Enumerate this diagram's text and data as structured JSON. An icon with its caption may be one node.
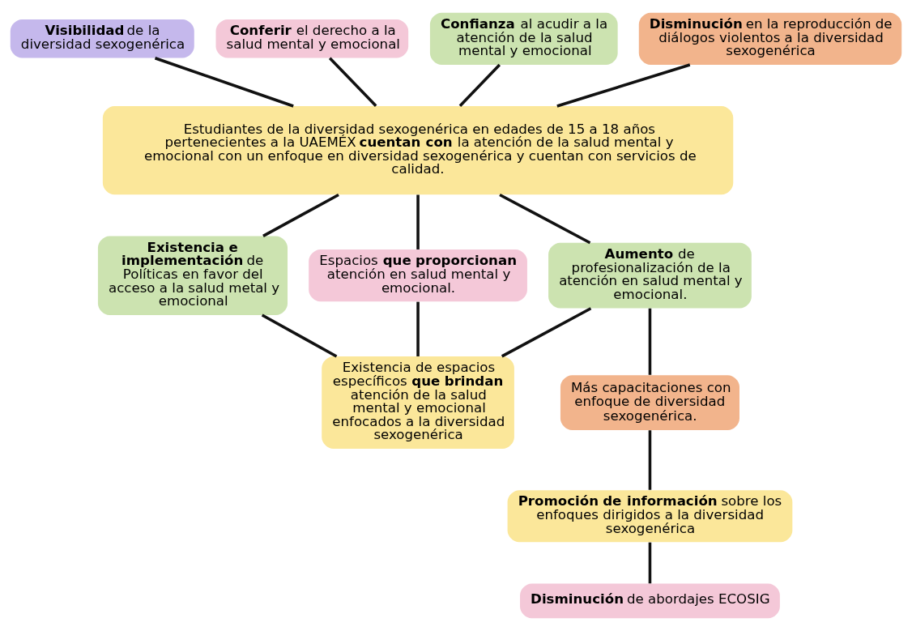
{
  "diagram": {
    "nodes": [
      {
        "text": [
          "**Visibilidad** de la diversidad sexogenérica"
        ]
      },
      {
        "text": [
          "**Conferir** el derecho a la salud mental y emocional"
        ]
      },
      {
        "text": [
          "**Confianza** al acudir a la atención de la salud mental y emocional"
        ]
      },
      {
        "text": [
          "**Disminución** en la reproducción de diálogos violentos a la diversidad sexogenérica"
        ]
      },
      {
        "text": [
          "Estudiantes de la diversidad sexogenérica en edades de 15 a 18 años pertenecientes a la UAEMÉX **cuentan con** la atención de la salud mental y emocional con un enfoque en diversidad sexogenérica y cuentan con servicios de calidad."
        ]
      },
      {
        "text": [
          "**Existencia e implementación** de Políticas en favor del acceso a la salud metal y emocional"
        ]
      },
      {
        "text": [
          "Espacios **que proporcionan** atención en salud mental y emocional."
        ]
      },
      {
        "text": [
          "**Aumento** de profesionalización de la atención en salud mental y emocional."
        ]
      },
      {
        "text": [
          "Más capacitaciones con enfoque de diversidad sexogenérica."
        ]
      },
      {
        "text": [
          "**Promoción de información** sobre los enfoques dirigidos a la diversidad sexogenérica"
        ]
      },
      {
        "text": [
          "**Disminución** de abordajes ECOSIG"
        ]
      },
      {
        "text": [
          "Existencia de espacios específicos **que brindan** atención de la salud mental y emocional enfocados a la diversidad sexogenérica"
        ]
      }
    ],
    "edges": [
      {
        "from": 0,
        "to": 4,
        "arrow": "none"
      },
      {
        "from": 1,
        "to": 4,
        "arrow": "none"
      },
      {
        "from": 2,
        "to": 4,
        "arrow": "none"
      },
      {
        "from": 3,
        "to": 4,
        "arrow": "none"
      },
      {
        "from": 4,
        "to": 5,
        "arrow": "none"
      },
      {
        "from": 4,
        "to": 6,
        "arrow": "none"
      },
      {
        "from": 4,
        "to": 7,
        "arrow": "none"
      },
      {
        "from": 7,
        "to": 8,
        "arrow": "none"
      },
      {
        "from": 8,
        "to": 9,
        "arrow": "none"
      },
      {
        "from": 9,
        "to": 10,
        "arrow": "none"
      },
      {
        "from": 5,
        "to": 11,
        "arrow": "none"
      },
      {
        "from": 6,
        "to": 11,
        "arrow": "none"
      },
      {
        "from": 7,
        "to": 11,
        "arrow": "none"
      }
    ]
  }
}
